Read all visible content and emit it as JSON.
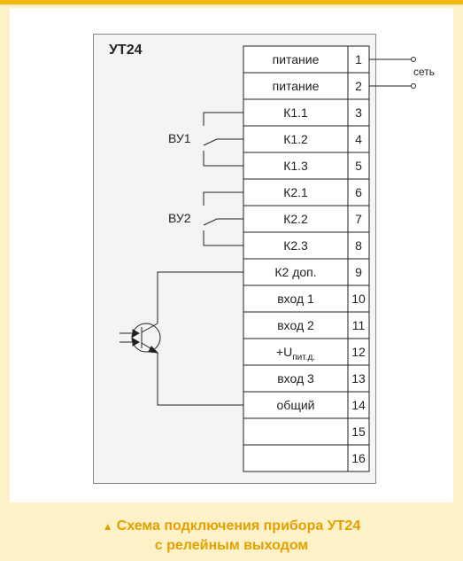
{
  "device": {
    "title": "УТ24"
  },
  "terminals": [
    {
      "label": "питание",
      "num": "1"
    },
    {
      "label": "питание",
      "num": "2"
    },
    {
      "label": "К1.1",
      "num": "3"
    },
    {
      "label": "К1.2",
      "num": "4"
    },
    {
      "label": "К1.3",
      "num": "5"
    },
    {
      "label": "К2.1",
      "num": "6"
    },
    {
      "label": "К2.2",
      "num": "7"
    },
    {
      "label": "К2.3",
      "num": "8"
    },
    {
      "label": "К2 доп.",
      "num": "9"
    },
    {
      "label": "вход 1",
      "num": "10"
    },
    {
      "label": "вход 2",
      "num": "11"
    },
    {
      "label": "+U",
      "sub": "пит.д.",
      "num": "12"
    },
    {
      "label": "вход 3",
      "num": "13"
    },
    {
      "label": "общий",
      "num": "14"
    },
    {
      "label": "",
      "num": "15"
    },
    {
      "label": "",
      "num": "16"
    }
  ],
  "relays": {
    "vu1": "ВУ1",
    "vu2": "ВУ2"
  },
  "network_label": "сеть",
  "caption": {
    "line1": "Схема подключения прибора УТ24",
    "line2": "с релейным выходом",
    "marker": "▲"
  },
  "colors": {
    "accent": "#f5b800",
    "caption": "#e5a000",
    "background": "#fdf1c7"
  }
}
